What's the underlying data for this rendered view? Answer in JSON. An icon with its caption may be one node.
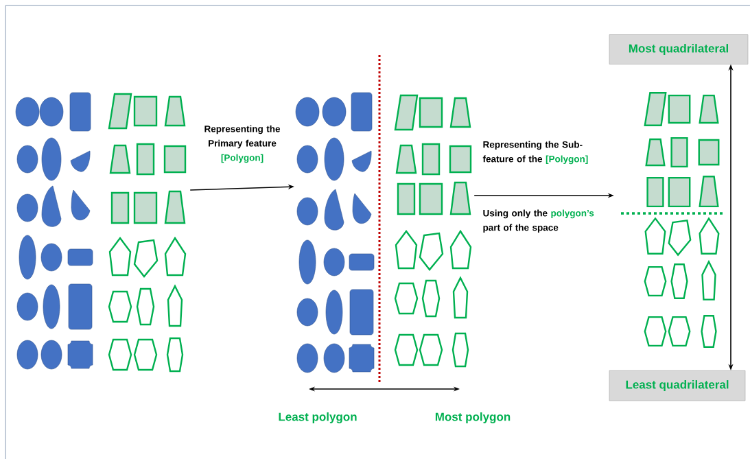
{
  "diagram": {
    "nodes": [
      {
        "text": [],
        "shape": "picture"
      },
      {
        "text": [],
        "shape": "picture"
      },
      {
        "text": [],
        "shape": "picture"
      },
      {
        "text": [
          "Most quadrilateral"
        ]
      },
      {
        "text": [
          "Least quadrilateral"
        ]
      }
    ],
    "edges": [
      {
        "from": 0,
        "to": 1,
        "arrow": "to",
        "label": "Representing the Primary feature"
      },
      {
        "from": 1,
        "to": 2,
        "arrow": "to",
        "label": "Representing the Sub-feature of the"
      },
      {
        "from": 3,
        "to": 4,
        "arrow": "both"
      }
    ],
    "labels": [
      "[Polygon]",
      "[Polygon]",
      "Using only the",
      "polygon’s",
      "part of the space",
      "Least polygon",
      "Most polygon"
    ]
  }
}
